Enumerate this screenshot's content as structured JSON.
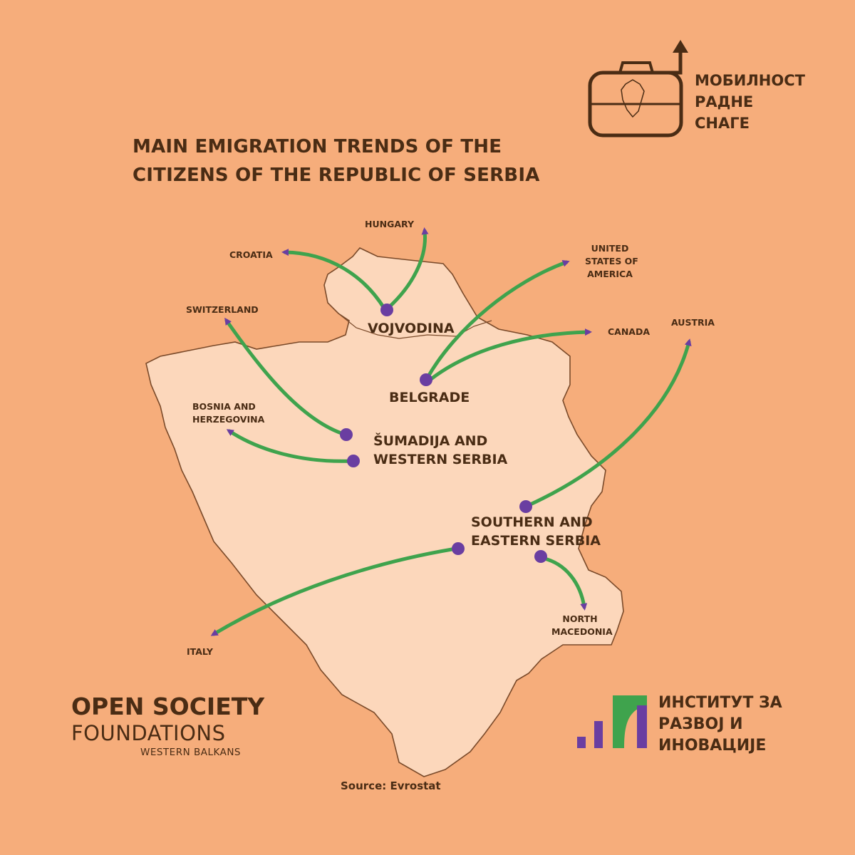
{
  "title": {
    "line1": "MAIN EMIGRATION TRENDS OF THE",
    "line2": "CITIZENS OF THE REPUBLIC OF SERBIA"
  },
  "logo_top": {
    "icon": "suitcase-with-arrow-icon",
    "line1": "МОБИЛНОСТ",
    "line2": "РАДНЕ",
    "line3": "СНАГЕ"
  },
  "regions": {
    "vojvodina": "VOJVODINA",
    "belgrade": "BELGRADE",
    "sumadija_line1": "ŠUMADIJA AND",
    "sumadija_line2": "WESTERN SERBIA",
    "southern_line1": "SOUTHERN AND",
    "southern_line2": "EASTERN SERBIA"
  },
  "destinations": {
    "hungary": "HUNGARY",
    "croatia": "CROATIA",
    "usa_line1": "UNITED",
    "usa_line2": "STATES OF",
    "usa_line3": "AMERICA",
    "canada": "CANADA",
    "austria": "AUSTRIA",
    "switzerland": "SWITZERLAND",
    "bih_line1": "BOSNIA AND",
    "bih_line2": "HERZEGOVINA",
    "italy": "ITALY",
    "nmk_line1": "NORTH",
    "nmk_line2": "MACEDONIA"
  },
  "flows": [
    {
      "from": "VOJVODINA",
      "to": "HUNGARY"
    },
    {
      "from": "VOJVODINA",
      "to": "CROATIA"
    },
    {
      "from": "BELGRADE",
      "to": "UNITED STATES OF AMERICA"
    },
    {
      "from": "BELGRADE",
      "to": "CANADA"
    },
    {
      "from": "ŠUMADIJA AND WESTERN SERBIA",
      "to": "SWITZERLAND"
    },
    {
      "from": "ŠUMADIJA AND WESTERN SERBIA",
      "to": "BOSNIA AND HERZEGOVINA"
    },
    {
      "from": "SOUTHERN AND EASTERN SERBIA",
      "to": "AUSTRIA"
    },
    {
      "from": "SOUTHERN AND EASTERN SERBIA",
      "to": "ITALY"
    },
    {
      "from": "SOUTHERN AND EASTERN SERBIA",
      "to": "NORTH MACEDONIA"
    }
  ],
  "footer": {
    "osf_line1": "OPEN SOCIETY",
    "osf_line2": "FOUNDATIONS",
    "osf_line3": "WESTERN BALKANS",
    "iri_icon": "iri-bars-logo-icon",
    "iri_line1": "ИНСТИТУТ ЗА",
    "iri_line2": "РАЗВОЈ И",
    "iri_line3": "ИНОВАЦИЈЕ",
    "source": "Source: Evrostat"
  },
  "colors": {
    "background": "#f6ad7b",
    "land": "#fcd7bb",
    "border": "#7a4a2a",
    "arrow": "#3fa34d",
    "arrowhead": "#6a3ea1",
    "dot": "#6a3ea1",
    "text": "#4a2c14",
    "iri_green": "#3fa34d",
    "iri_purple": "#6a3ea1"
  }
}
